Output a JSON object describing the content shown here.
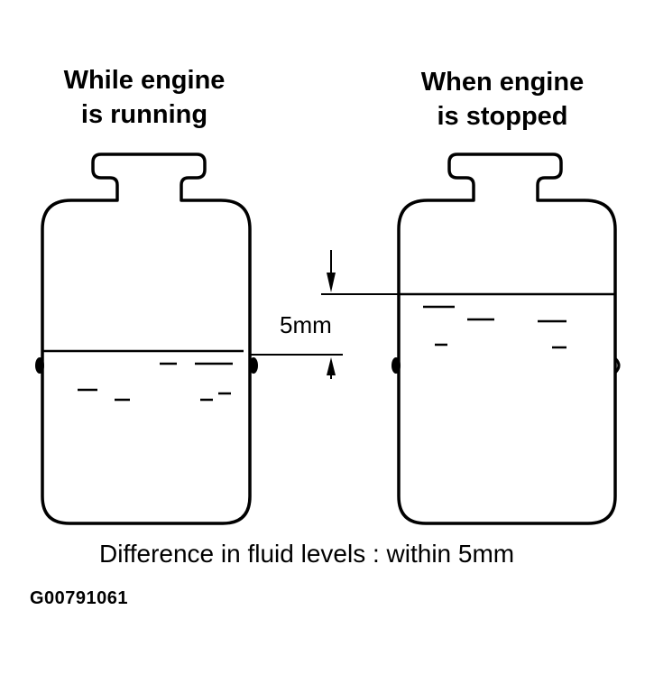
{
  "left_reservoir": {
    "heading_line1": "While engine",
    "heading_line2": "is running"
  },
  "right_reservoir": {
    "heading_line1": "When engine",
    "heading_line2": "is stopped"
  },
  "dimension_label": "5mm",
  "caption": "Difference in fluid levels : within 5mm",
  "figure_code": "G00791061",
  "colors": {
    "ink": "#000000",
    "background": "#ffffff"
  }
}
